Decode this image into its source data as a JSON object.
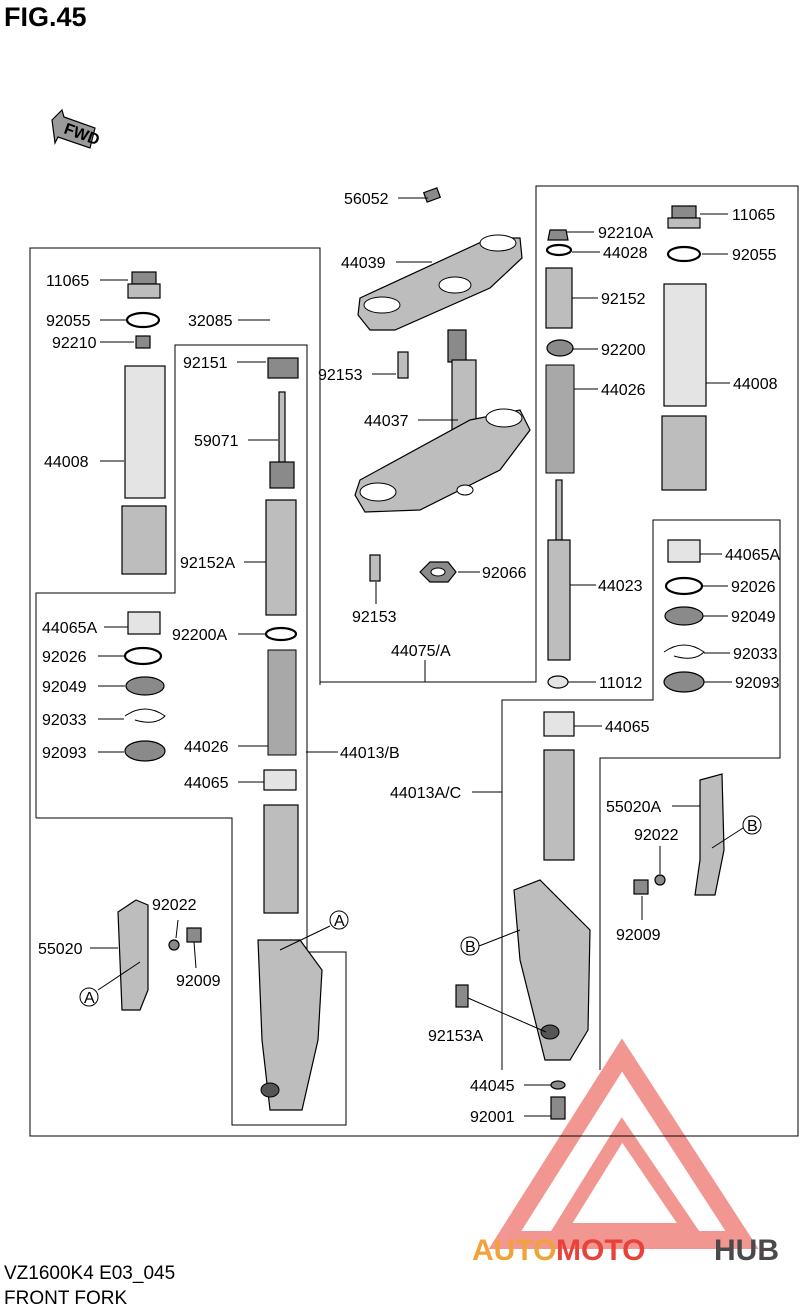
{
  "figure": {
    "title": "FIG.45",
    "fwd_label": "FWD"
  },
  "footer": {
    "code": "VZ1600K4 E03_045",
    "name": "FRONT FORK"
  },
  "watermark": {
    "part1": "AUTO",
    "part2": "MOTO",
    "part3": "HUB",
    "color_red": "#e8423a",
    "color_orange": "#f2a23a",
    "color_gray": "#4a4a4a"
  },
  "labels": {
    "p56052": "56052",
    "p44039": "44039",
    "p32085": "32085",
    "p92153_top": "92153",
    "p44037": "44037",
    "p92066": "92066",
    "p92153_bot": "92153",
    "p44075a": "44075/A",
    "l11065": "11065",
    "l92055": "92055",
    "l92210": "92210",
    "l44008": "44008",
    "l44065a": "44065A",
    "l92026": "92026",
    "l92049": "92049",
    "l92033": "92033",
    "l92093": "92093",
    "m92151": "92151",
    "m59071": "59071",
    "m92152a": "92152A",
    "m92200a": "92200A",
    "m44026": "44026",
    "m44013b": "44013/B",
    "m44065": "44065",
    "b55020": "55020",
    "b92022": "92022",
    "b92009": "92009",
    "r92210a": "92210A",
    "r44028": "44028",
    "r92152": "92152",
    "r92200": "92200",
    "r44026": "44026",
    "r44023": "44023",
    "r11012": "11012",
    "r44065": "44065",
    "r44013ac": "44013A/C",
    "r92153a": "92153A",
    "r44045": "44045",
    "r92001": "92001",
    "f11065": "11065",
    "f92055": "92055",
    "f44008": "44008",
    "f44065a": "44065A",
    "f92026": "92026",
    "f92049": "92049",
    "f92033": "92033",
    "f92093": "92093",
    "g55020a": "55020A",
    "g92022": "92022",
    "g92009": "92009",
    "callout_a": "A",
    "callout_b": "B"
  }
}
